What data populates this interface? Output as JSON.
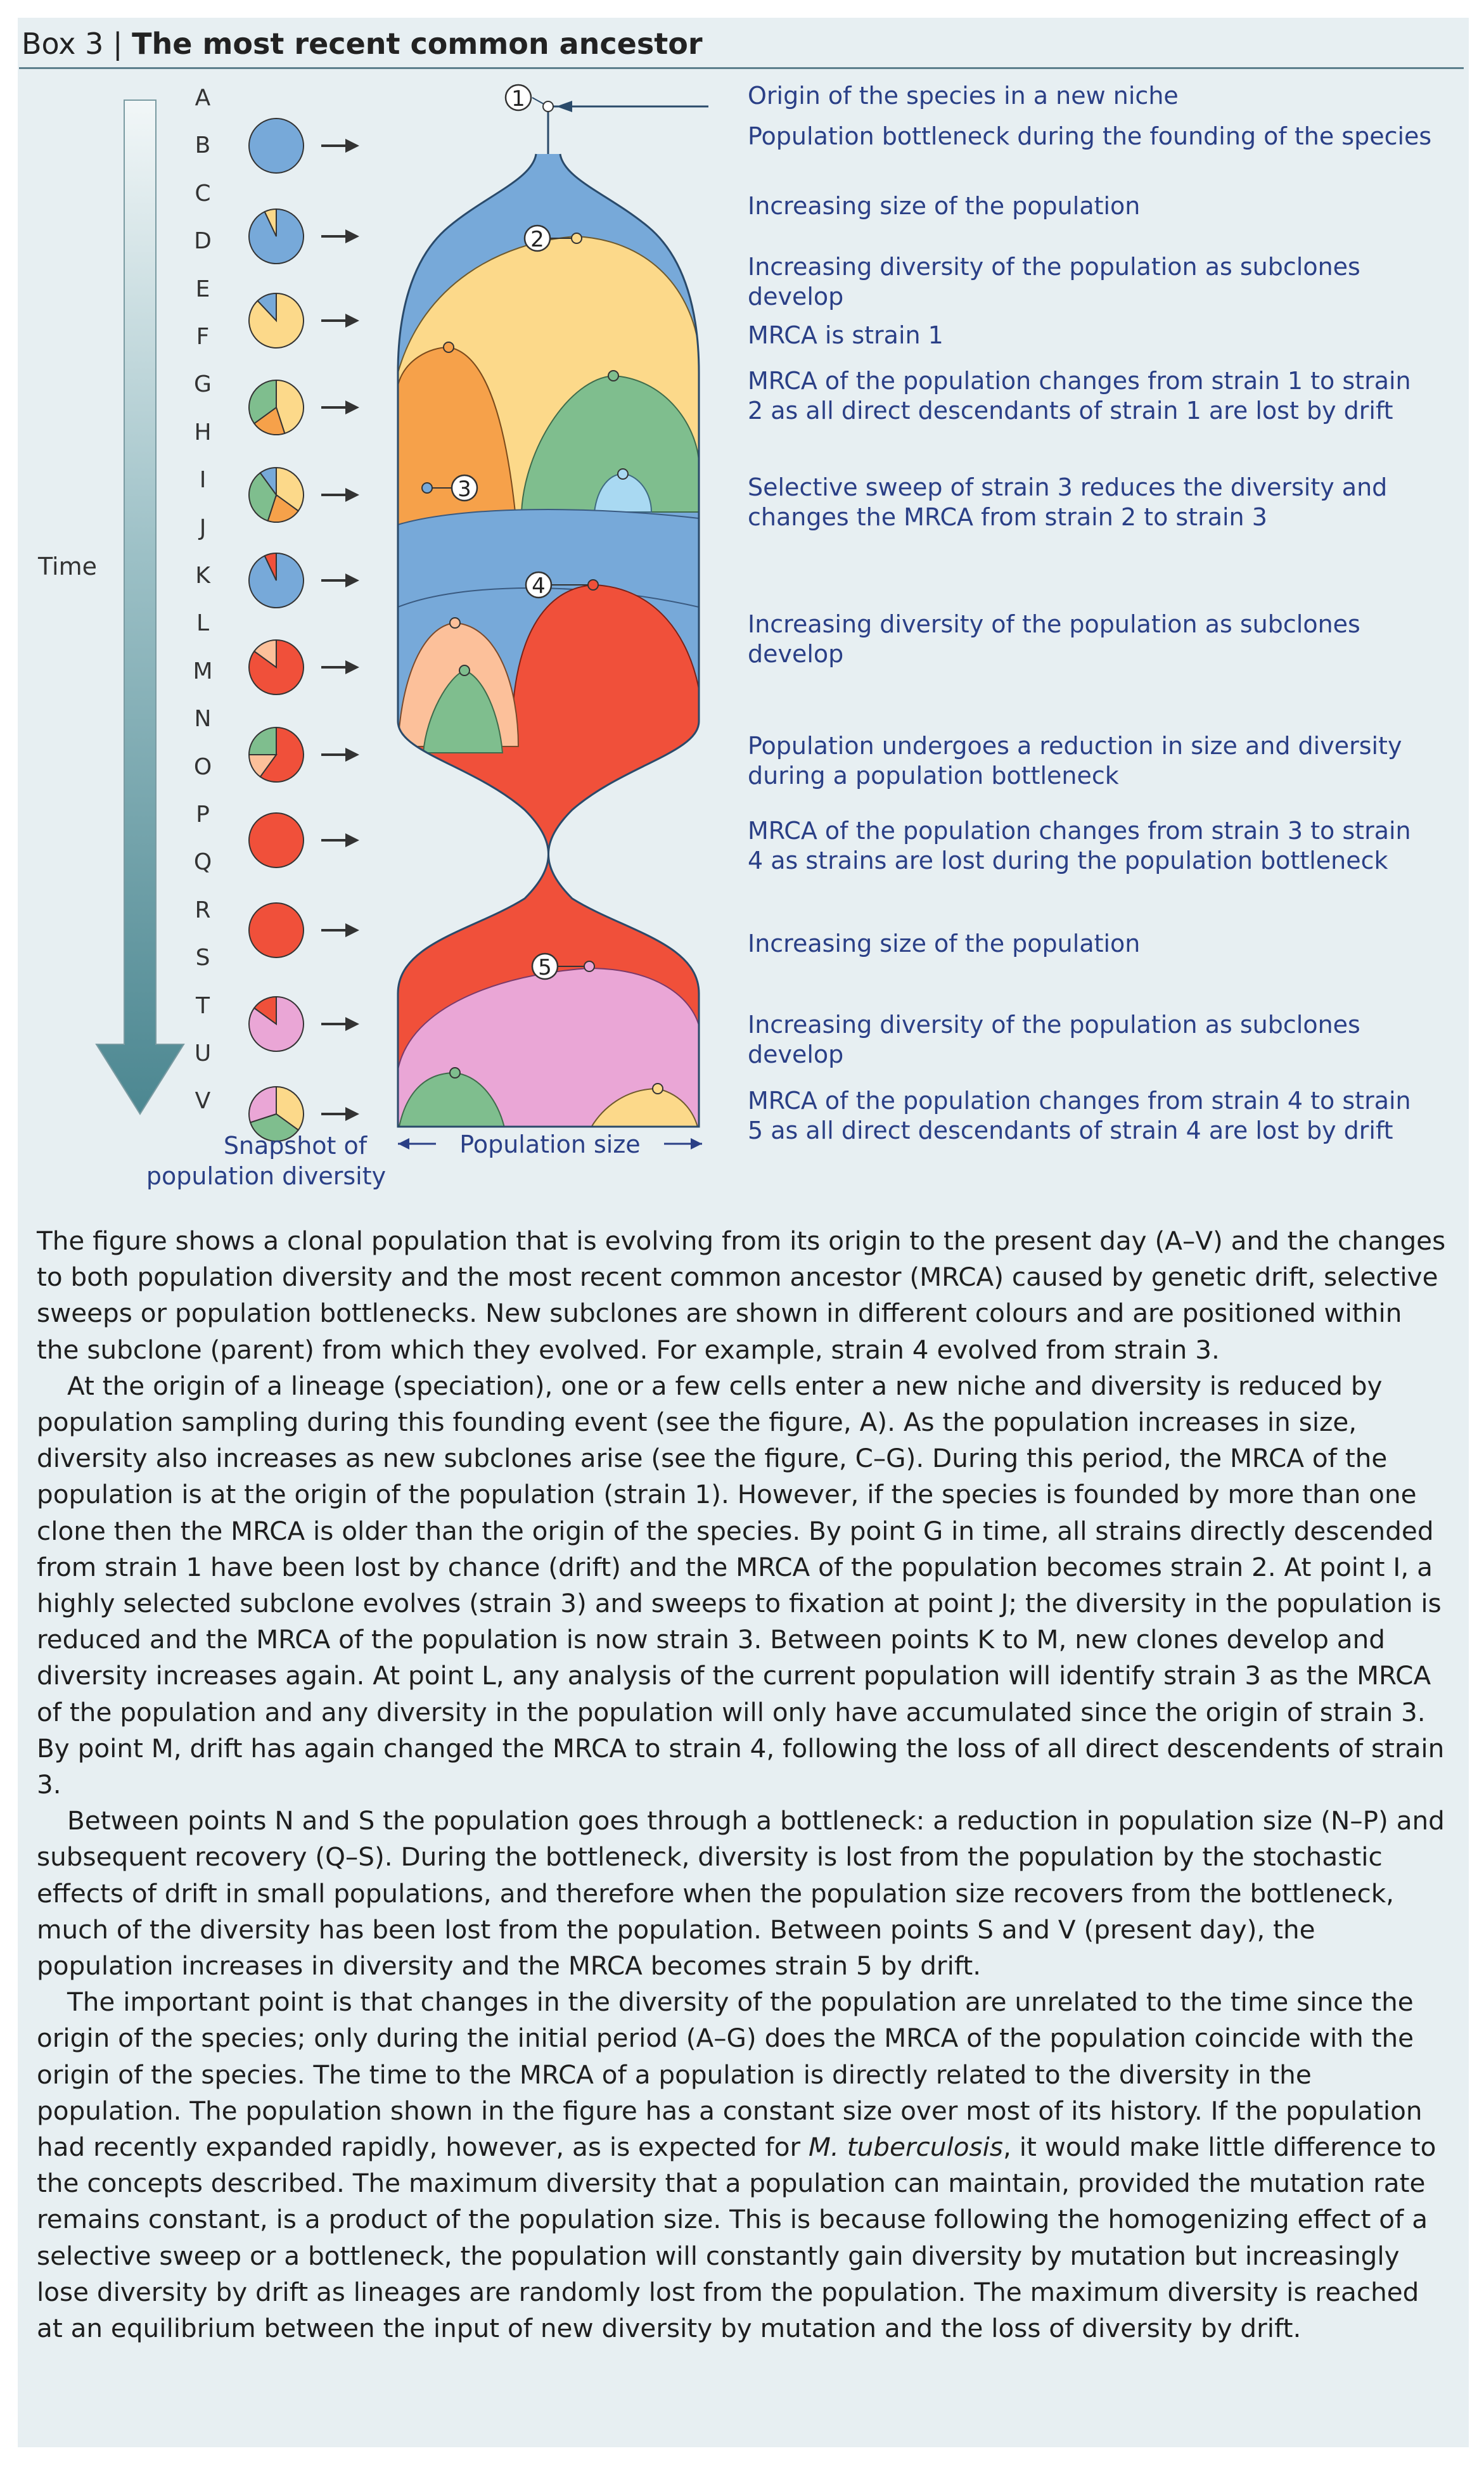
{
  "box": {
    "label": "Box 3 |",
    "title": "The most recent common ancestor"
  },
  "figure": {
    "time_label": "Time",
    "letters": [
      "A",
      "B",
      "C",
      "D",
      "E",
      "F",
      "G",
      "H",
      "I",
      "J",
      "K",
      "L",
      "M",
      "N",
      "O",
      "P",
      "Q",
      "R",
      "S",
      "T",
      "U",
      "V"
    ],
    "snapshot_label_1": "Snapshot of",
    "snapshot_label_2": "population diversity",
    "population_size_label": "Population size",
    "strain_numbers": [
      "1",
      "2",
      "3",
      "4",
      "5"
    ],
    "annotations": [
      "Origin of the species in a new niche",
      "Population bottleneck during the founding of the species",
      "Increasing size of the population",
      "Increasing diversity of the population as subclones develop",
      "MRCA is strain 1",
      "MRCA of the population changes from strain 1 to strain 2 as all direct descendants of strain 1 are lost by drift",
      "Selective sweep of strain 3 reduces the diversity and changes the MRCA from strain 2 to strain 3",
      "Increasing diversity of the population as subclones develop",
      "Population undergoes a reduction in size and diversity during a population bottleneck",
      "MRCA of the population changes from strain 3 to strain 4 as strains are lost during the population bottleneck",
      "Increasing size of the population",
      "Increasing diversity of the population as subclones develop",
      "MRCA of the population changes from strain 4 to strain 5 as all direct descendants of strain 4 are lost by drift"
    ],
    "colors": {
      "strain1": "#77a9d9",
      "strain2": "#fcd98a",
      "strain3": "#f6a14a",
      "strain3_sub": "#7fbe8e",
      "strain3_sub2": "#a9d9f2",
      "strain4": "#f0503a",
      "strain4_sub": "#fcc09a",
      "strain5": "#eaa6d6",
      "arrow": "#7aa6b0",
      "accent_text": "#2a3f86"
    }
  },
  "body": {
    "p1": "The figure shows a clonal population that is evolving from its origin to the present day (A–V) and the changes to both population diversity and the most recent common ancestor (MRCA) caused by genetic drift, selective sweeps or population bottlenecks. New subclones are shown in different colours and are positioned within the subclone (parent) from which they evolved. For example, strain 4 evolved from strain 3.",
    "p2": "At the origin of a lineage (speciation), one or a few cells enter a new niche and diversity is reduced by population sampling during this founding event (see the figure, A). As the population increases in size, diversity also increases as new subclones arise (see the figure, C–G). During this period, the MRCA of the population is at the origin of the population (strain 1). However, if the species is founded by more than one clone then the MRCA is older than the origin of the species. By point G in time, all strains directly descended from strain 1 have been lost by chance (drift) and the MRCA of the population becomes strain 2. At point I, a highly selected subclone evolves (strain 3) and sweeps to fixation at point J; the diversity in the population is reduced and the MRCA of the population is now strain 3. Between points K to M, new clones develop and diversity increases again. At point L, any analysis of the current population will identify strain 3 as the MRCA of the population and any diversity in the population will only have accumulated since the origin of strain 3. By point M, drift has again changed the MRCA to strain 4, following the loss of all direct descendents of strain 3.",
    "p3": "Between points N and S the population goes through a bottleneck: a reduction in population size (N–P) and subsequent recovery (Q–S). During the bottleneck, diversity is lost from the population by the stochastic effects of drift in small populations, and therefore when the population size recovers from the bottleneck, much of the diversity has been lost from the population. Between points S and V (present day), the population increases in diversity and the MRCA becomes strain 5 by drift.",
    "p4_a": "The important point is that changes in the diversity of the population are unrelated to the time since the origin of the species; only during the initial period (A–G) does the MRCA of the population coincide with the origin of the species. The time to the MRCA of a population is directly related to the diversity in the population. The population shown in the figure has a constant size over most of its history. If the population had recently expanded rapidly, however, as is expected for ",
    "p4_species": "M. tuberculosis",
    "p4_b": ", it would make little difference to the concepts described. The maximum diversity that a population can maintain, provided the mutation rate remains constant, is a product of the population size. This is because following the homogenizing effect of a selective sweep or a bottleneck, the population will constantly gain diversity by mutation but increasingly lose diversity by drift as lineages are randomly lost from the population. The maximum diversity is reached at an equilibrium between the input of new diversity by mutation and the loss of diversity by drift."
  }
}
